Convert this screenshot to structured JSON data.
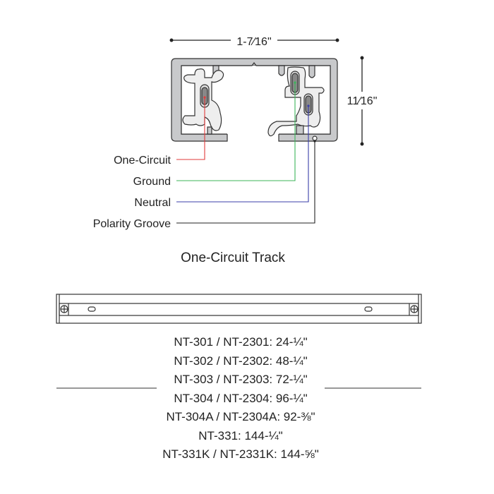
{
  "profile": {
    "width_dim": "1-7⁄16\"",
    "height_dim": "11⁄16\"",
    "labels": [
      {
        "text": "One-Circuit",
        "color": "#e23b3b"
      },
      {
        "text": "Ground",
        "color": "#3cb55a"
      },
      {
        "text": "Neutral",
        "color": "#3b3fa8"
      },
      {
        "text": "Polarity Groove",
        "color": "#222222"
      }
    ]
  },
  "title": "One-Circuit Track",
  "lengths": [
    "NT-301 / NT-2301: 24-¼\"",
    "NT-302 / NT-2302: 48-¼\"",
    "NT-303 / NT-2303: 72-¼\"",
    "NT-304 / NT-2304: 96-¼\"",
    "NT-304A / NT-2304A: 92-⅜\"",
    "NT-331: 144-¼\"",
    "NT-331K / NT-2331K: 144-⅝\""
  ]
}
